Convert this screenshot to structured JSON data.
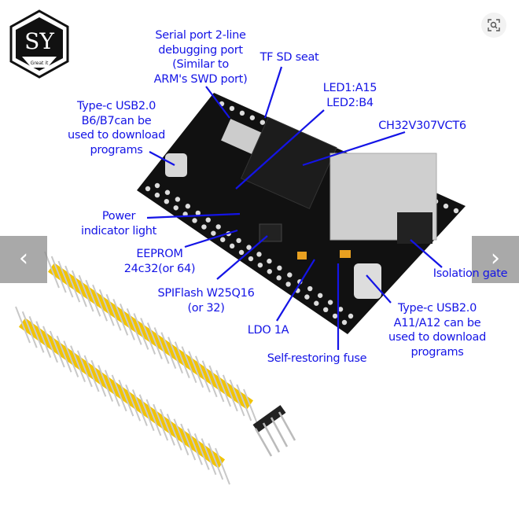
{
  "logo": {
    "letters": "SY",
    "tagline": "Great it"
  },
  "labels": {
    "serial_port": [
      "Serial port 2-line",
      "debugging port",
      "(Similar to",
      "ARM's SWD port)"
    ],
    "tf_sd": [
      "TF SD seat"
    ],
    "leds": [
      "LED1:A15",
      "LED2:B4"
    ],
    "mcu": [
      "CH32V307VCT6"
    ],
    "usb_left": [
      "Type-c USB2.0",
      "B6/B7can be",
      "used to download",
      "programs"
    ],
    "power_led": [
      "Power",
      "indicator light"
    ],
    "eeprom": [
      "EEPROM",
      "24c32(or 64)"
    ],
    "spiflash": [
      "SPIFlash W25Q16",
      "(or 32)"
    ],
    "isolation": [
      "Isolation gate"
    ],
    "ldo": [
      "LDO 1A"
    ],
    "usb_right": [
      "Type-c USB2.0",
      "A11/A12 can be",
      "used to download",
      "programs"
    ],
    "fuse": [
      "Self-restoring fuse"
    ]
  },
  "carousel": {
    "prev": "‹",
    "next": "›"
  },
  "icons": {
    "zoom": "zoom-in-icon",
    "prev": "chevron-left-icon",
    "next": "chevron-right-icon"
  },
  "colors": {
    "label": "#1414e6",
    "board": "#111111",
    "header_plastic": "#f2c400"
  }
}
